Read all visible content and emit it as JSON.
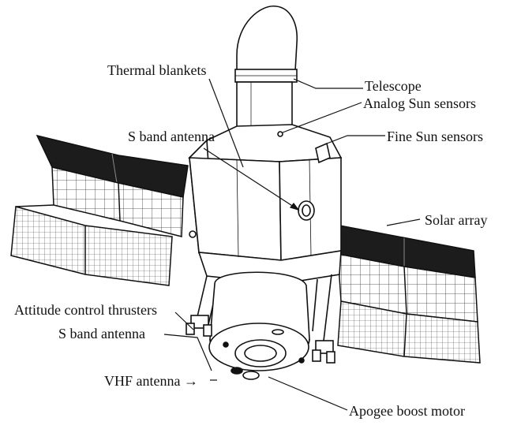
{
  "figure": {
    "labels": {
      "thermal_blankets": "Thermal blankets",
      "telescope": "Telescope",
      "analog_sun_sensors": "Analog Sun sensors",
      "s_band_antenna_top": "S band antenna",
      "fine_sun_sensors": "Fine Sun sensors",
      "solar_array": "Solar array",
      "attitude_control_thrusters": "Attitude control thrusters",
      "s_band_antenna_bottom": "S band antenna",
      "vhf_antenna": "VHF antenna",
      "apogee_boost_motor": "Apogee boost motor"
    }
  },
  "colors": {
    "ink": "#111111",
    "panel_dark": "#1c1c1c",
    "paper": "#ffffff"
  }
}
